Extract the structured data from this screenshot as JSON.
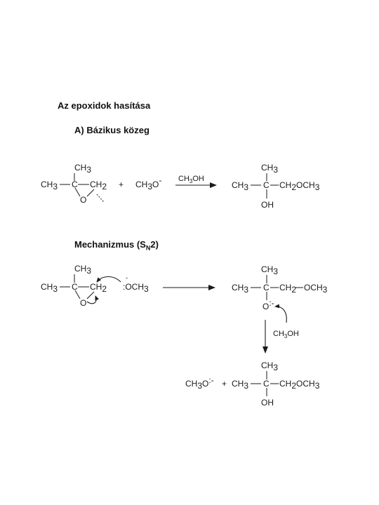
{
  "title": "Az epoxidok hasítása",
  "section_a": "A) Bázikus közeg",
  "mechanism_prefix": "Mechanizmus (S",
  "mechanism_sub": "N",
  "mechanism_suffix": "2)",
  "reaction1": {
    "epoxide": {
      "top": "CH",
      "top_sub": "3",
      "left": "CH",
      "left_sub": "3",
      "center": "C",
      "right": "CH",
      "right_sub": "2",
      "oxygen": "O"
    },
    "plus": "+",
    "nucleophile": {
      "pre": "CH",
      "sub": "3",
      "post": "O",
      "charge": "-"
    },
    "arrow_label": {
      "pre": "CH",
      "sub": "3",
      "post": "OH"
    },
    "product": {
      "top": "CH",
      "top_sub": "3",
      "left": "CH",
      "left_sub": "3",
      "center": "C",
      "right": "CH",
      "right_sub": "2",
      "right_mid": "OCH",
      "right_sub2": "3",
      "bottom": "OH"
    }
  },
  "mechanism": {
    "epoxide": {
      "top": "CH",
      "top_sub": "3",
      "left": "CH",
      "left_sub": "3",
      "center": "C",
      "right": "CH",
      "right_sub": "2",
      "oxygen": "O"
    },
    "nucleophile": {
      "pre": ":OCH",
      "sub": "3",
      "charge": "-"
    },
    "alkoxide": {
      "top": "CH",
      "top_sub": "3",
      "left": "CH",
      "left_sub": "3",
      "center": "C",
      "right": "CH",
      "right_sub": "2",
      "right_tail": "OCH",
      "right_sub2": "3",
      "bottom": "O",
      "bottom_charge": ":-"
    },
    "proton_source": {
      "pre": "CH",
      "sub": "3",
      "post": "OH"
    },
    "final_methoxide": {
      "pre": "CH",
      "sub": "3",
      "post": "O",
      "charge": ":-"
    },
    "plus": "+",
    "final_product": {
      "top": "CH",
      "top_sub": "3",
      "left": "CH",
      "left_sub": "3",
      "center": "C",
      "right": "CH",
      "right_sub": "2",
      "right_mid": "OCH",
      "right_sub2": "3",
      "bottom": "OH"
    }
  }
}
